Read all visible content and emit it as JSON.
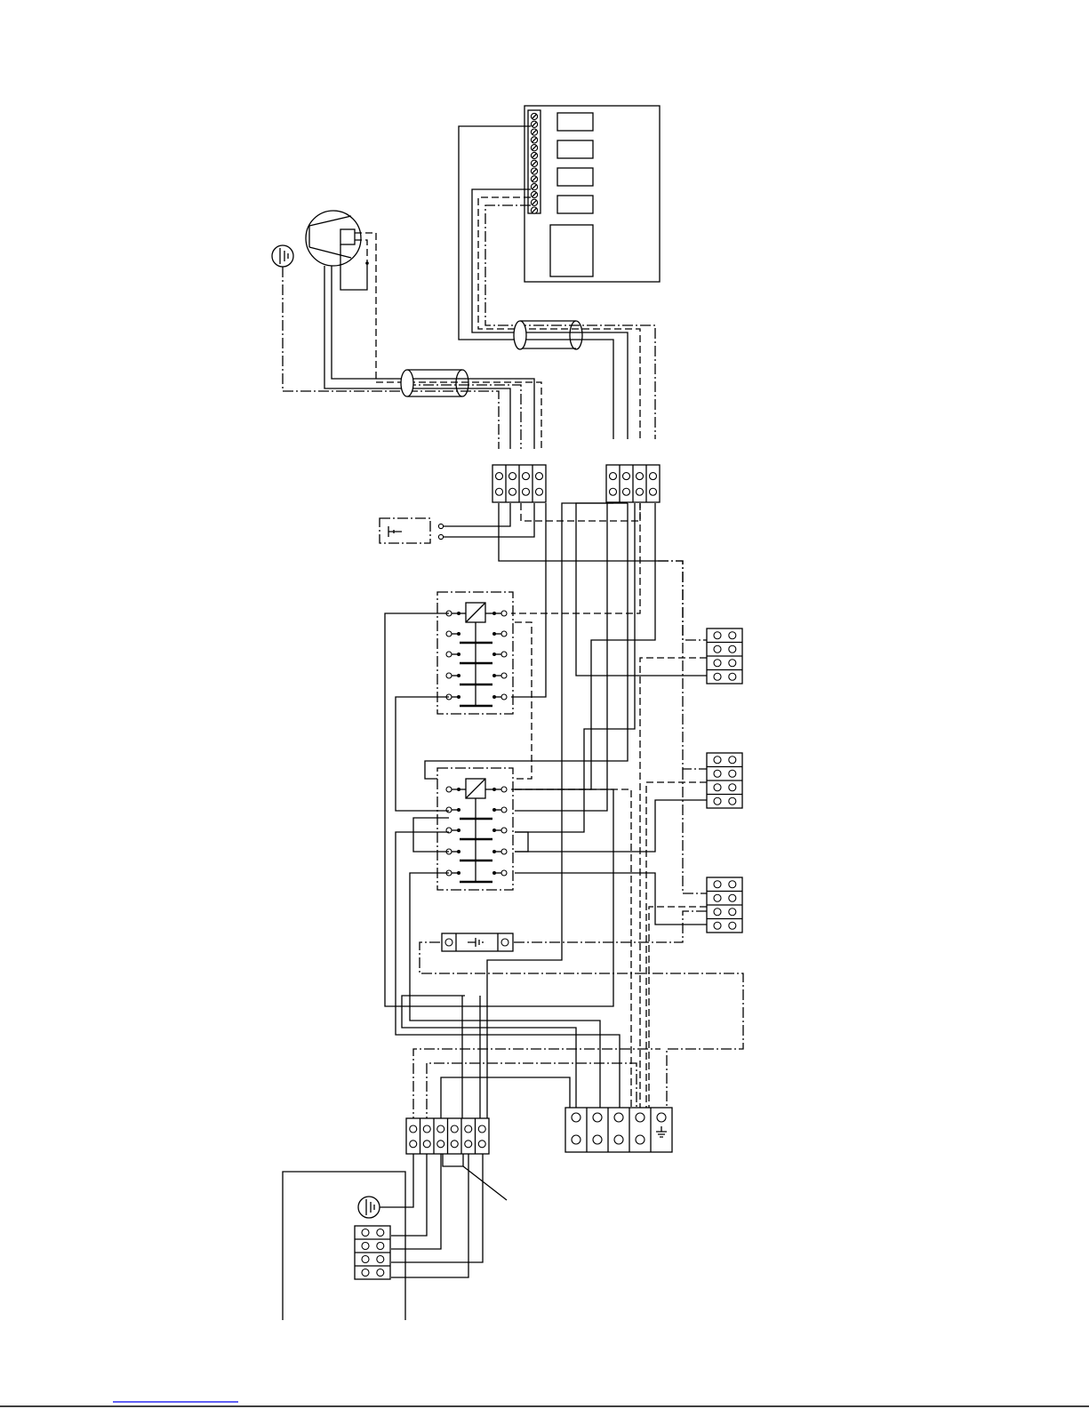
{
  "page": {
    "background": "#ffffff",
    "line_color": "#000000",
    "footer_link_color": "#0000ee"
  },
  "diagram": {
    "components": [
      "controller-panel",
      "motor",
      "ground-symbol",
      "shielded-cable",
      "terminal-block",
      "relay",
      "grounding-bus",
      "fuse-holder"
    ],
    "line_styles": [
      "solid",
      "dashed",
      "dash-dot"
    ]
  }
}
